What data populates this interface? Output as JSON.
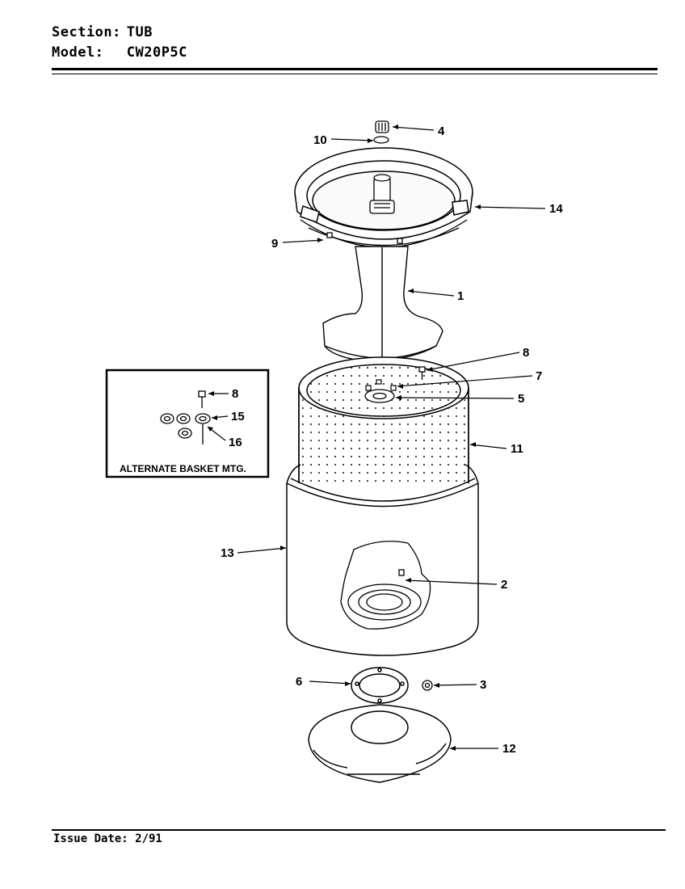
{
  "header": {
    "section_key": "Section:",
    "section_value": "TUB",
    "model_key": "Model:",
    "model_value": "CW20P5C"
  },
  "footer": {
    "issue": "Issue Date: 2/91"
  },
  "inset": {
    "caption": "ALTERNATE BASKET MTG.",
    "callouts": [
      "8",
      "15",
      "16"
    ]
  },
  "callouts": [
    "1",
    "2",
    "3",
    "4",
    "5",
    "6",
    "7",
    "8",
    "9",
    "10",
    "11",
    "12",
    "13",
    "14"
  ]
}
